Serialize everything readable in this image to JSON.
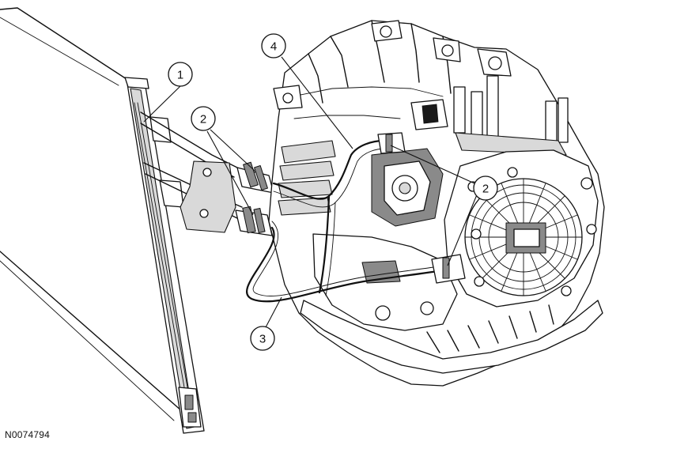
{
  "figure": {
    "id": "N0074794"
  },
  "callouts": [
    {
      "number": "1"
    },
    {
      "number": "2"
    },
    {
      "number": "2"
    },
    {
      "number": "3"
    },
    {
      "number": "4"
    }
  ]
}
